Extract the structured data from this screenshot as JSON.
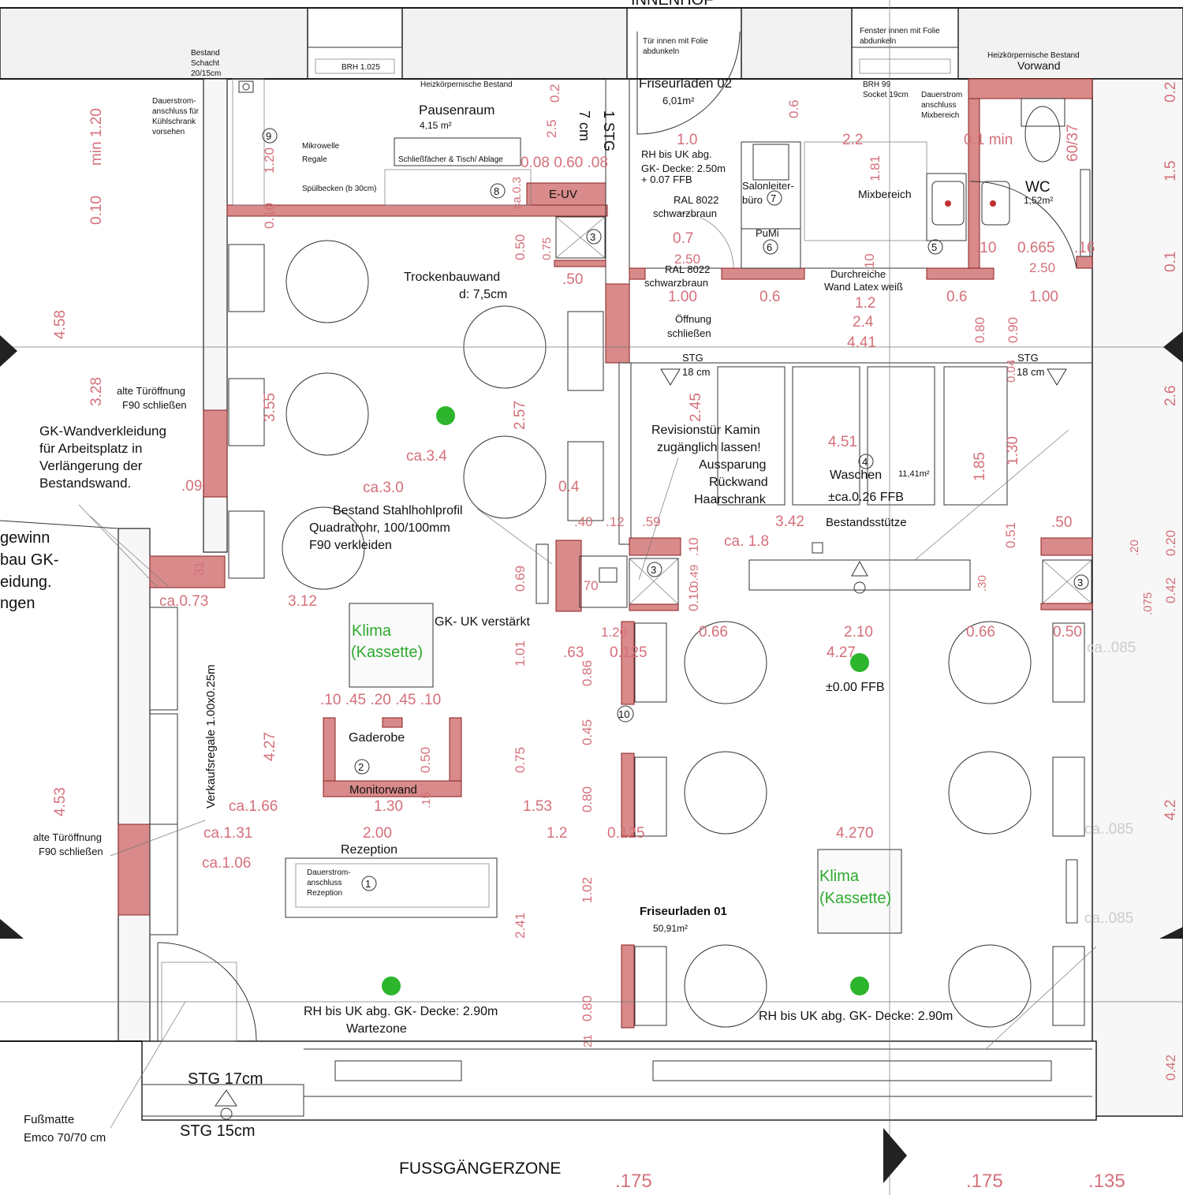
{
  "header": {
    "top_label": "INNENHOF",
    "bottom_label": "FUSSGÄNGERZONE"
  },
  "rooms": {
    "pausenraum": {
      "name": "Pausenraum",
      "area": "4,15 m²"
    },
    "friseur02": {
      "name": "Friseurladen 02",
      "area": "6,01m²"
    },
    "wc": {
      "name": "WC",
      "area": "1,52m²"
    },
    "waschen": {
      "name": "Waschen",
      "area": "11,41m²",
      "level": "±ca.0.26 FFB"
    },
    "friseur01": {
      "name": "Friseurladen 01",
      "area": "50,91m²"
    },
    "ffb": "±0.00 FFB"
  },
  "notes": {
    "bestand_schacht": [
      "Bestand",
      "Schacht",
      "20/15cm"
    ],
    "brh1025": "BRH 1.025",
    "heizkoerper1": "Heizkörpernische Bestand",
    "tuer_folie": [
      "Tür innen mit Folie",
      "abdunkeln"
    ],
    "fenster_folie": [
      "Fenster innen mit Folie",
      "abdunkeln"
    ],
    "heizkoerper2": "Heizkörpernische Bestand",
    "vorwand": "Vorwand",
    "brh99": [
      "BRH 99",
      "Socket 19cm"
    ],
    "dauerstrom_mix": [
      "Dauerstrom",
      "anschluss",
      "Mixbereich"
    ],
    "dauerstrom_kuehl": [
      "Dauerstrom-",
      "anschluss für",
      "Kühlschrank",
      "vorsehen"
    ],
    "mikrowelle": "Mikrowelle",
    "regale": "Regale",
    "schliessfaecher": "Schließfächer & Tisch/ Ablage",
    "spuelbecken": "Spülbecken (b 30cm)",
    "euv": "E-UV",
    "stg1": "1 STG",
    "stg1b": "7 cm",
    "rh_ukabg": [
      "RH bis UK abg.",
      "GK- Decke: 2.50m",
      "+ 0.07 FFB"
    ],
    "ral1": [
      "RAL 8022",
      "schwarzbraun"
    ],
    "ral2": [
      "RAL 8022",
      "schwarzbraun"
    ],
    "salonleiter": [
      "Salonleiter-",
      "büro"
    ],
    "pumi": "PuMi",
    "mixbereich": "Mixbereich",
    "durchreiche": [
      "Durchreiche",
      "Wand Latex weiß"
    ],
    "trockenbau": [
      "Trockenbauwand",
      "d: 7,5cm"
    ],
    "oeffnung": [
      "Öffnung",
      "schließen"
    ],
    "stg18a": [
      "STG",
      "18 cm"
    ],
    "stg18b": [
      "STG",
      "18 cm"
    ],
    "alte_tuer1": [
      "alte Türöffnung",
      "F90 schließen"
    ],
    "gk_wand": [
      "GK-Wandverkleidung",
      "für Arbeitsplatz in",
      "Verlängerung der",
      "Bestandswand."
    ],
    "left_cut": [
      "gewinn",
      "bau GK-",
      "eidung.",
      "ngen"
    ],
    "revision": [
      "Revisionstür Kamin",
      "zugänglich lassen!",
      "Aussparung",
      "Rückwand",
      "Haarschrank"
    ],
    "bestand_stahl": [
      "Bestand Stahlhohlprofil",
      "Quadratrohr, 100/100mm",
      "F90 verkleiden"
    ],
    "bestandsstuetze": "Bestandsstütze",
    "klima1": [
      "Klima",
      "(Kassette)"
    ],
    "klima2": [
      "Klima",
      "(Kassette)"
    ],
    "gk_uk": "GK- UK verstärkt",
    "gaderobe": "Gaderobe",
    "monitorwand": "Monitorwand",
    "verkaufsregale": "Verkaufsregale 1.00x0.25m",
    "alte_tuer2": [
      "alte Türöffnung",
      "F90 schließen"
    ],
    "rezeption": "Rezeption",
    "dauerstrom_rez": [
      "Dauerstrom-",
      "anschluss",
      "Rezeption"
    ],
    "rh_290a": [
      "RH bis UK abg. GK- Decke: 2.90m",
      "Wartezone"
    ],
    "rh_290b": "RH bis UK abg. GK- Decke: 2.90m",
    "stg17": "STG 17cm",
    "stg15": "STG 15cm",
    "fussmatte": [
      "Fußmatte",
      "Emco 70/70 cm"
    ]
  },
  "numbers": [
    "1",
    "2",
    "3",
    "4",
    "5",
    "6",
    "7",
    "8",
    "9",
    "10"
  ],
  "dims": {
    "d120": "min 1.20",
    "d010": "0.10",
    "d458": "4.58",
    "d328": "3.28",
    "d355": "3.55",
    "d09": ".09",
    "d31": ".31",
    "d073": "ca.0.73",
    "d312": "3.12",
    "d257": "2.57",
    "d34": "ca.3.4",
    "d30": "ca.3.0",
    "d050a": "0.50",
    "d075a": "0.75",
    "d50a": ".50",
    "d12a": "1.20",
    "d010b": "0.10",
    "d0608": "0.08 0.60 .08",
    "d02": "0.2",
    "d25": "2.5",
    "d03": "ca.0.3",
    "d10": "1.0",
    "d06": "0.6",
    "d22": "2.2",
    "d181": "1.81",
    "d07": "0.7",
    "d250": "2.50",
    "d100": "1.00",
    "d06b": "0.6",
    "d12": "1.2",
    "d24": "2.4",
    "d441": "4.41",
    "d06c": "0.6",
    "d100b": "1.00",
    "d0665": "0.665",
    "d250b": "2.50",
    "d10c": ".10",
    "d16": ".16",
    "d01min": "0.1 min",
    "d6037": "60/37",
    "d15": "1.5",
    "d01": "0.1",
    "d080": "0.80",
    "d090": "0.90",
    "d004": "0.04",
    "d26": "2.6",
    "d245": "2.45",
    "d451": "4.51",
    "d185": "1.85",
    "d130": "1.30",
    "d342": "3.42",
    "d18": "ca. 1.8",
    "d051": "0.51",
    "d50b": ".50",
    "d20": ".20",
    "d020": "0.20",
    "d042": "0.42",
    "d075b": ".075",
    "d04": "0.4",
    "d040": ".40",
    "d12b": ".12",
    "d59": ".59",
    "d069": "0.69",
    "d070": ".70",
    "d10d": ".10",
    "d10e": "0.10",
    "d049": "0.49",
    "d30b": ".30",
    "d120c": "1.20",
    "d066": "0.66",
    "d210": "2.10",
    "d066b": "0.66",
    "d050c": "0.50",
    "d085a": "ca..085",
    "d063": ".63",
    "d0125": "0.125",
    "d427": "4.27",
    "d101": "1.01",
    "d086": "0.86",
    "d045": "0.45",
    "d427b": "4.27",
    "d453": "4.53",
    "d10s": ".10 .45 .20 .45 .10",
    "d050d": "0.50",
    "d015": ".15",
    "d075c": "0.75",
    "d080b": "0.80",
    "d166": "ca.1.66",
    "d130b": "1.30",
    "d153": "1.53",
    "d131": "ca.1.31",
    "d200": "2.00",
    "d12c": "1.2",
    "d0125b": "0.125",
    "d4270": "4.270",
    "d085b": "ca..085",
    "d106": "ca.1.06",
    "d102": "1.02",
    "d241": "2.41",
    "d085c": "ca..085",
    "d42": "4.2",
    "d080c": "0.80",
    "d21": "21",
    "d042b": "0.42",
    "d175a": ".175",
    "d175b": ".175",
    "d135": ".135"
  }
}
